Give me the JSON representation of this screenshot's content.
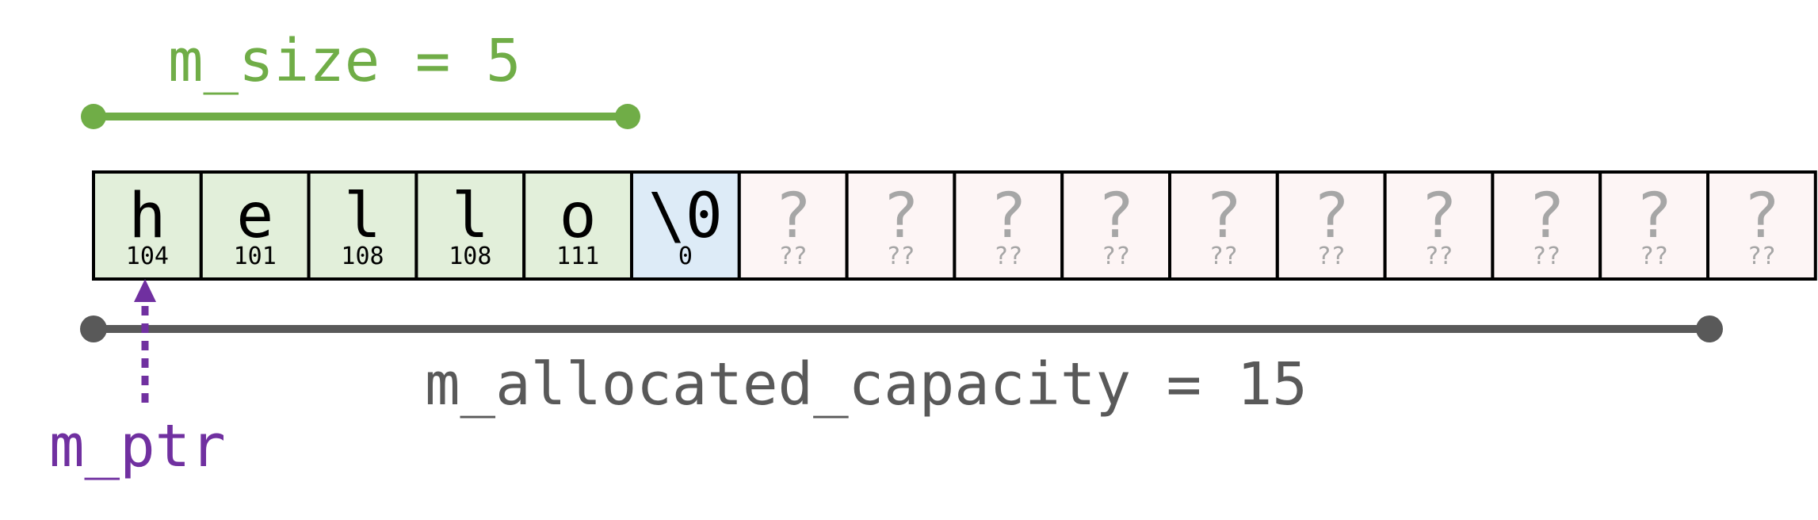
{
  "size_label": "m_size = 5",
  "capacity_label": "m_allocated_capacity = 15",
  "ptr_label": "m_ptr",
  "cells": [
    {
      "char": "h",
      "code": "104",
      "kind": "used"
    },
    {
      "char": "e",
      "code": "101",
      "kind": "used"
    },
    {
      "char": "l",
      "code": "108",
      "kind": "used"
    },
    {
      "char": "l",
      "code": "108",
      "kind": "used"
    },
    {
      "char": "o",
      "code": "111",
      "kind": "used"
    },
    {
      "char": "\\0",
      "code": "0",
      "kind": "null"
    },
    {
      "char": "?",
      "code": "??",
      "kind": "unknown"
    },
    {
      "char": "?",
      "code": "??",
      "kind": "unknown"
    },
    {
      "char": "?",
      "code": "??",
      "kind": "unknown"
    },
    {
      "char": "?",
      "code": "??",
      "kind": "unknown"
    },
    {
      "char": "?",
      "code": "??",
      "kind": "unknown"
    },
    {
      "char": "?",
      "code": "??",
      "kind": "unknown"
    },
    {
      "char": "?",
      "code": "??",
      "kind": "unknown"
    },
    {
      "char": "?",
      "code": "??",
      "kind": "unknown"
    },
    {
      "char": "?",
      "code": "??",
      "kind": "unknown"
    },
    {
      "char": "?",
      "code": "??",
      "kind": "unknown"
    }
  ],
  "colors": {
    "size": "#70ad47",
    "capacity": "#595959",
    "pointer": "#7030a0",
    "used_fill": "#e2efda",
    "null_fill": "#ddebf7",
    "unknown_fill": "#fdf5f5",
    "unknown_text": "#a6a6a6",
    "text": "#000000"
  }
}
